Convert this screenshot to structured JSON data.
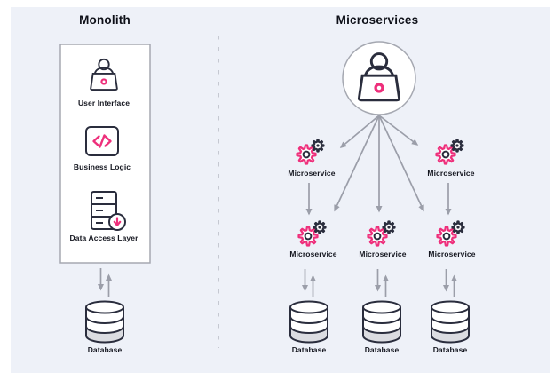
{
  "colors": {
    "accent_pink": "#ee2f7b",
    "dark_ink": "#2a2d3d",
    "arrow_gray": "#9b9ea9",
    "panel_bg": "#eef1f8",
    "divider_gray": "#b7bac4",
    "cylinder_shade": "#dbdce1"
  },
  "monolith": {
    "title": "Monolith",
    "layers": [
      {
        "label": "User Interface",
        "icon": "user-laptop-icon"
      },
      {
        "label": "Business Logic",
        "icon": "code-icon"
      },
      {
        "label": "Data Access Layer",
        "icon": "server-download-icon"
      }
    ],
    "database": {
      "label": "Database",
      "icon": "database-cylinder-icon"
    }
  },
  "microservices": {
    "title": "Microservices",
    "user": {
      "icon": "user-laptop-icon"
    },
    "row1": [
      {
        "label": "Microservice",
        "icon": "gears-icon"
      },
      {
        "label": "Microservice",
        "icon": "gears-icon"
      }
    ],
    "row2": [
      {
        "label": "Microservice",
        "icon": "gears-icon"
      },
      {
        "label": "Microservice",
        "icon": "gears-icon"
      },
      {
        "label": "Microservice",
        "icon": "gears-icon"
      }
    ],
    "databases": [
      {
        "label": "Database",
        "icon": "database-cylinder-icon"
      },
      {
        "label": "Database",
        "icon": "database-cylinder-icon"
      },
      {
        "label": "Database",
        "icon": "database-cylinder-icon"
      }
    ]
  }
}
